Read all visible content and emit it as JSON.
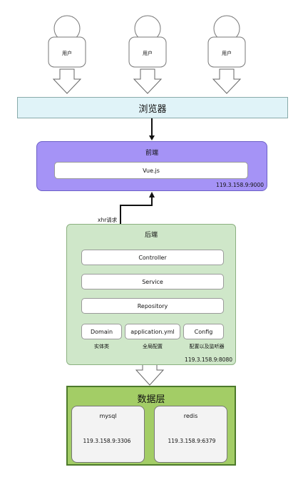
{
  "users": [
    {
      "label": "用户"
    },
    {
      "label": "用户"
    },
    {
      "label": "用户"
    }
  ],
  "browser": {
    "label": "浏览器"
  },
  "frontend": {
    "title": "前端",
    "app": "Vue.js",
    "address": "119.3.158.9:9000"
  },
  "request_label": "xhr请求",
  "backend": {
    "title": "后端",
    "controller": "Controller",
    "service": "Service",
    "repository": "Repository",
    "domain": "Domain",
    "application": "application.yml",
    "config": "Config",
    "domain_caption": "实体类",
    "application_caption": "全局配置",
    "config_caption": "配置以及监听器",
    "address": "119.3.158.9:8080"
  },
  "data_layer": {
    "title": "数据层",
    "mysql": {
      "name": "mysql",
      "address": "119.3.158.9:3306"
    },
    "redis": {
      "name": "redis",
      "address": "119.3.158.9:6379"
    }
  }
}
